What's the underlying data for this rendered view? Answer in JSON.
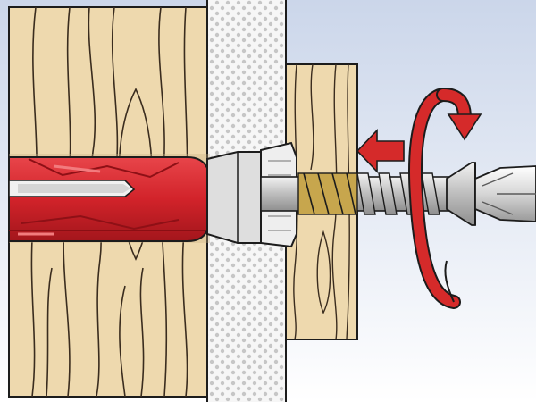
{
  "illustration": {
    "scene": "wall-plug-screw-installation",
    "elements": [
      "wooden-wall",
      "plaster-layer",
      "fixture-board",
      "wall-plug",
      "wood-screw",
      "screwdriver-tip",
      "insertion-arrow",
      "rotation-arrow"
    ]
  },
  "colors": {
    "wood": "#eed9ae",
    "wood_grain": "#3a2c1e",
    "plaster": "#f4f4f4",
    "plaster_dots": "#c8c8c8",
    "sky_gradient_top": "#cbd6ea",
    "sky_gradient_bottom": "#ffffff",
    "plug_red": "#d2232a",
    "plug_red_dark": "#9b1218",
    "collar_grey": "#e2e2e2",
    "screw_steel": "#c9c9c9",
    "thread_gold": "#c7a64d",
    "arrow_red": "#d52a2a",
    "outline": "#1c1c1c"
  }
}
